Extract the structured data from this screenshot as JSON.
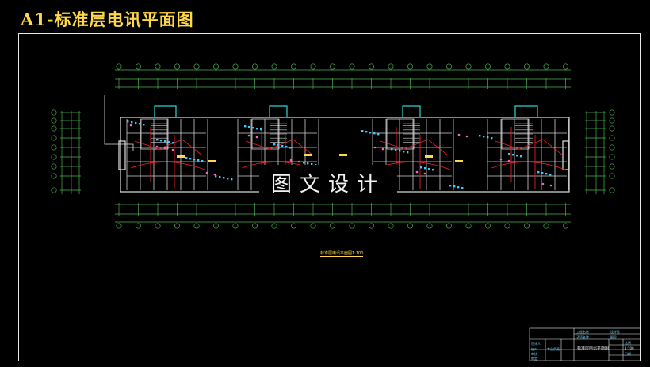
{
  "title": "A1-标准层电讯平面图",
  "watermark": "图文设计",
  "drawing_caption": "标准层电讯平面图1:100",
  "title_block": {
    "project_name": "标准层电讯平面图",
    "fields": [
      "工程名称",
      "子项名称",
      "设计号",
      "图号",
      "比例",
      "日期",
      "设计人",
      "校对",
      "审核",
      "审定",
      "专业负责"
    ],
    "scale": "1:100"
  },
  "colors": {
    "background": "#000000",
    "title": "#ffd84a",
    "dimension_lines": "#4caf50",
    "walls": "#e0e0e0",
    "wiring": "#e0202a",
    "outlets": "#3ec8ff",
    "balcony": "#2ad4d4",
    "fixtures": "#ff60c8"
  }
}
